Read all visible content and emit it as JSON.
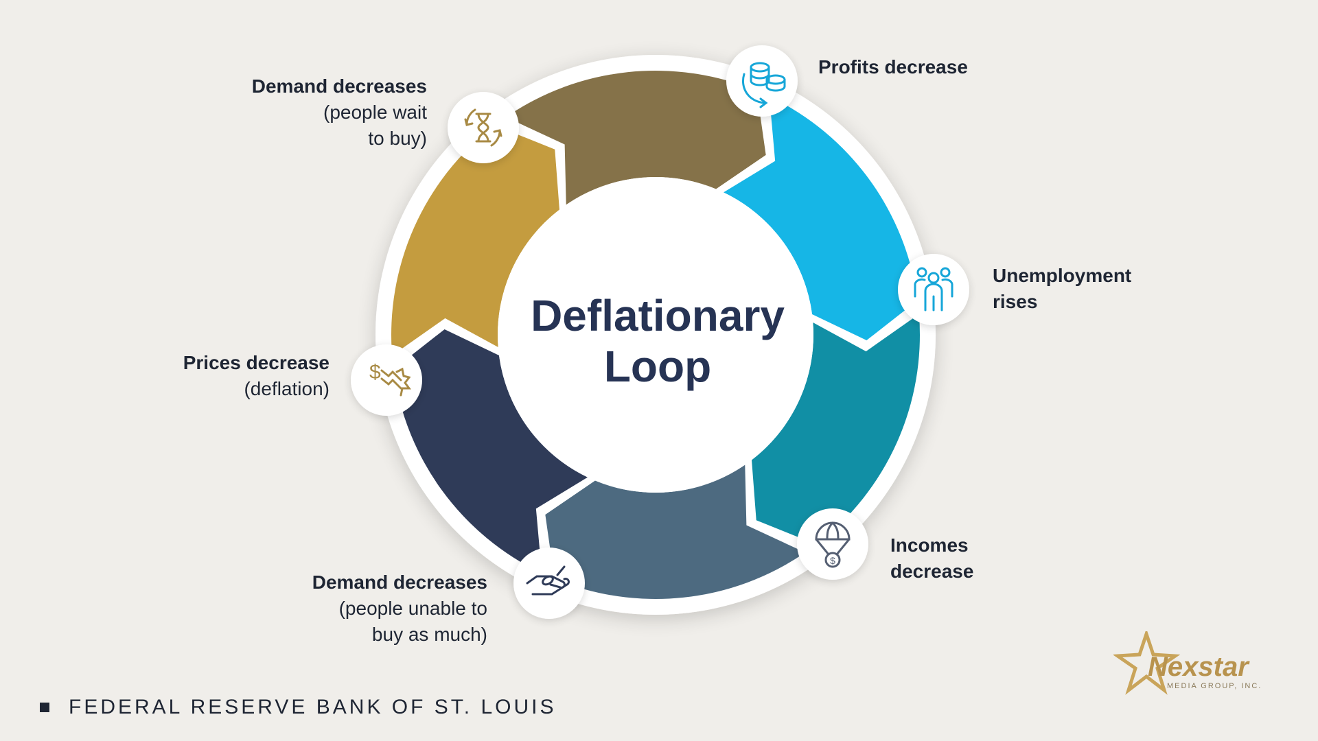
{
  "diagram": {
    "center": {
      "title_line1": "Deflationary",
      "title_line2": "Loop"
    },
    "steps": [
      {
        "title": "Profits decrease",
        "subtitle": "",
        "color": "#16b6e6",
        "icon": "coins-icon"
      },
      {
        "title": "Unemployment",
        "subtitle": "rises",
        "color": "#118fa5",
        "icon": "people-icon"
      },
      {
        "title": "Incomes",
        "subtitle": "decrease",
        "color": "#4d6a80",
        "icon": "parachute-dollar-icon"
      },
      {
        "title": "Demand decreases",
        "subtitle": "(people unable to buy as much)",
        "subtitle_line1": "(people unable to",
        "subtitle_line2": "buy as much)",
        "color": "#2f3b58",
        "icon": "hand-money-icon"
      },
      {
        "title": "Prices decrease",
        "subtitle": "(deflation)",
        "color": "#c49c3f",
        "icon": "dollar-trend-down-icon"
      },
      {
        "title": "Demand decreases",
        "subtitle": "(people wait to buy)",
        "subtitle_line1": "(people wait",
        "subtitle_line2": "to buy)",
        "color": "#857249",
        "icon": "hourglass-cycle-icon"
      }
    ]
  },
  "footer": {
    "text": "FEDERAL RESERVE BANK OF ST. LOUIS"
  },
  "logo": {
    "name": "Nexstar",
    "sub": "MEDIA GROUP, INC."
  },
  "colors": {
    "text": "#1e2533",
    "background": "#f0eeea",
    "icon_stroke_blue": "#16a6d8",
    "icon_stroke_gold": "#a88a44"
  }
}
